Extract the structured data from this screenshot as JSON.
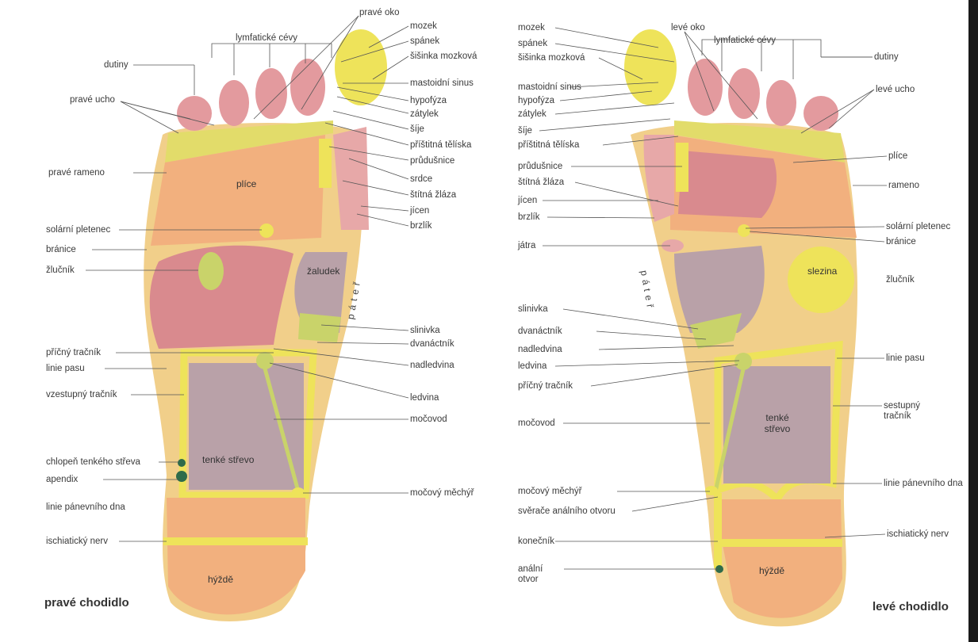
{
  "right_foot": {
    "caption": "pravé chodidlo",
    "spine": "páteř",
    "zones": {
      "lungs": "plíce",
      "stomach": "žaludek",
      "small_intestine": "tenké střevo",
      "buttock": "hýždě"
    },
    "labels_left": [
      "dutiny",
      "pravé ucho",
      "pravé rameno",
      "solární pletenec",
      "bránice",
      "žlučník",
      "příčný tračník",
      "linie pasu",
      "vzestupný tračník",
      "chlopeň tenkého střeva",
      "apendix",
      "linie pánevního dna",
      "ischiatický nerv"
    ],
    "labels_right": [
      "mozek",
      "spánek",
      "šišinka mozková",
      "mastoidní sinus",
      "hypofýza",
      "zátylek",
      "šíje",
      "příštitná tělíska",
      "průdušnice",
      "srdce",
      "štítná žláza",
      "jícen",
      "brzlík",
      "slinivka",
      "dvanáctník",
      "nadledvina",
      "ledvina",
      "močovod",
      "močový měchýř"
    ],
    "labels_top": [
      "lymfatické cévy",
      "pravé oko"
    ]
  },
  "left_foot": {
    "caption": "levé chodidlo",
    "spine": "páteř",
    "zones": {
      "spleen": "slezina",
      "small_intestine": "tenké střevo",
      "buttock": "hýždě"
    },
    "labels_left": [
      "mozek",
      "spánek",
      "šišinka mozková",
      "mastoidní sinus",
      "hypofýza",
      "zátylek",
      "šíje",
      "příštitná tělíska",
      "průdušnice",
      "štítná žláza",
      "jícen",
      "brzlík",
      "játra",
      "slinivka",
      "dvanáctník",
      "nadledvina",
      "ledvina",
      "příčný tračník",
      "močovod",
      "močový měchýř",
      "svěrače análního otvoru",
      "konečník",
      "anální otvor"
    ],
    "labels_right": [
      "dutiny",
      "levé ucho",
      "plíce",
      "rameno",
      "solární pletenec",
      "bránice",
      "žlučník",
      "linie pasu",
      "sestupný tračník",
      "linie pánevního dna",
      "ischiatický nerv"
    ],
    "labels_top": [
      "levé oko",
      "lymfatické cévy"
    ]
  },
  "colors": {
    "skin": "#f1cf8a",
    "lungs": "#f2b07e",
    "liver": "#d98a8e",
    "organ_violet": "#b9a1a8",
    "yellow": "#eee35a",
    "pink": "#e39a9e"
  }
}
